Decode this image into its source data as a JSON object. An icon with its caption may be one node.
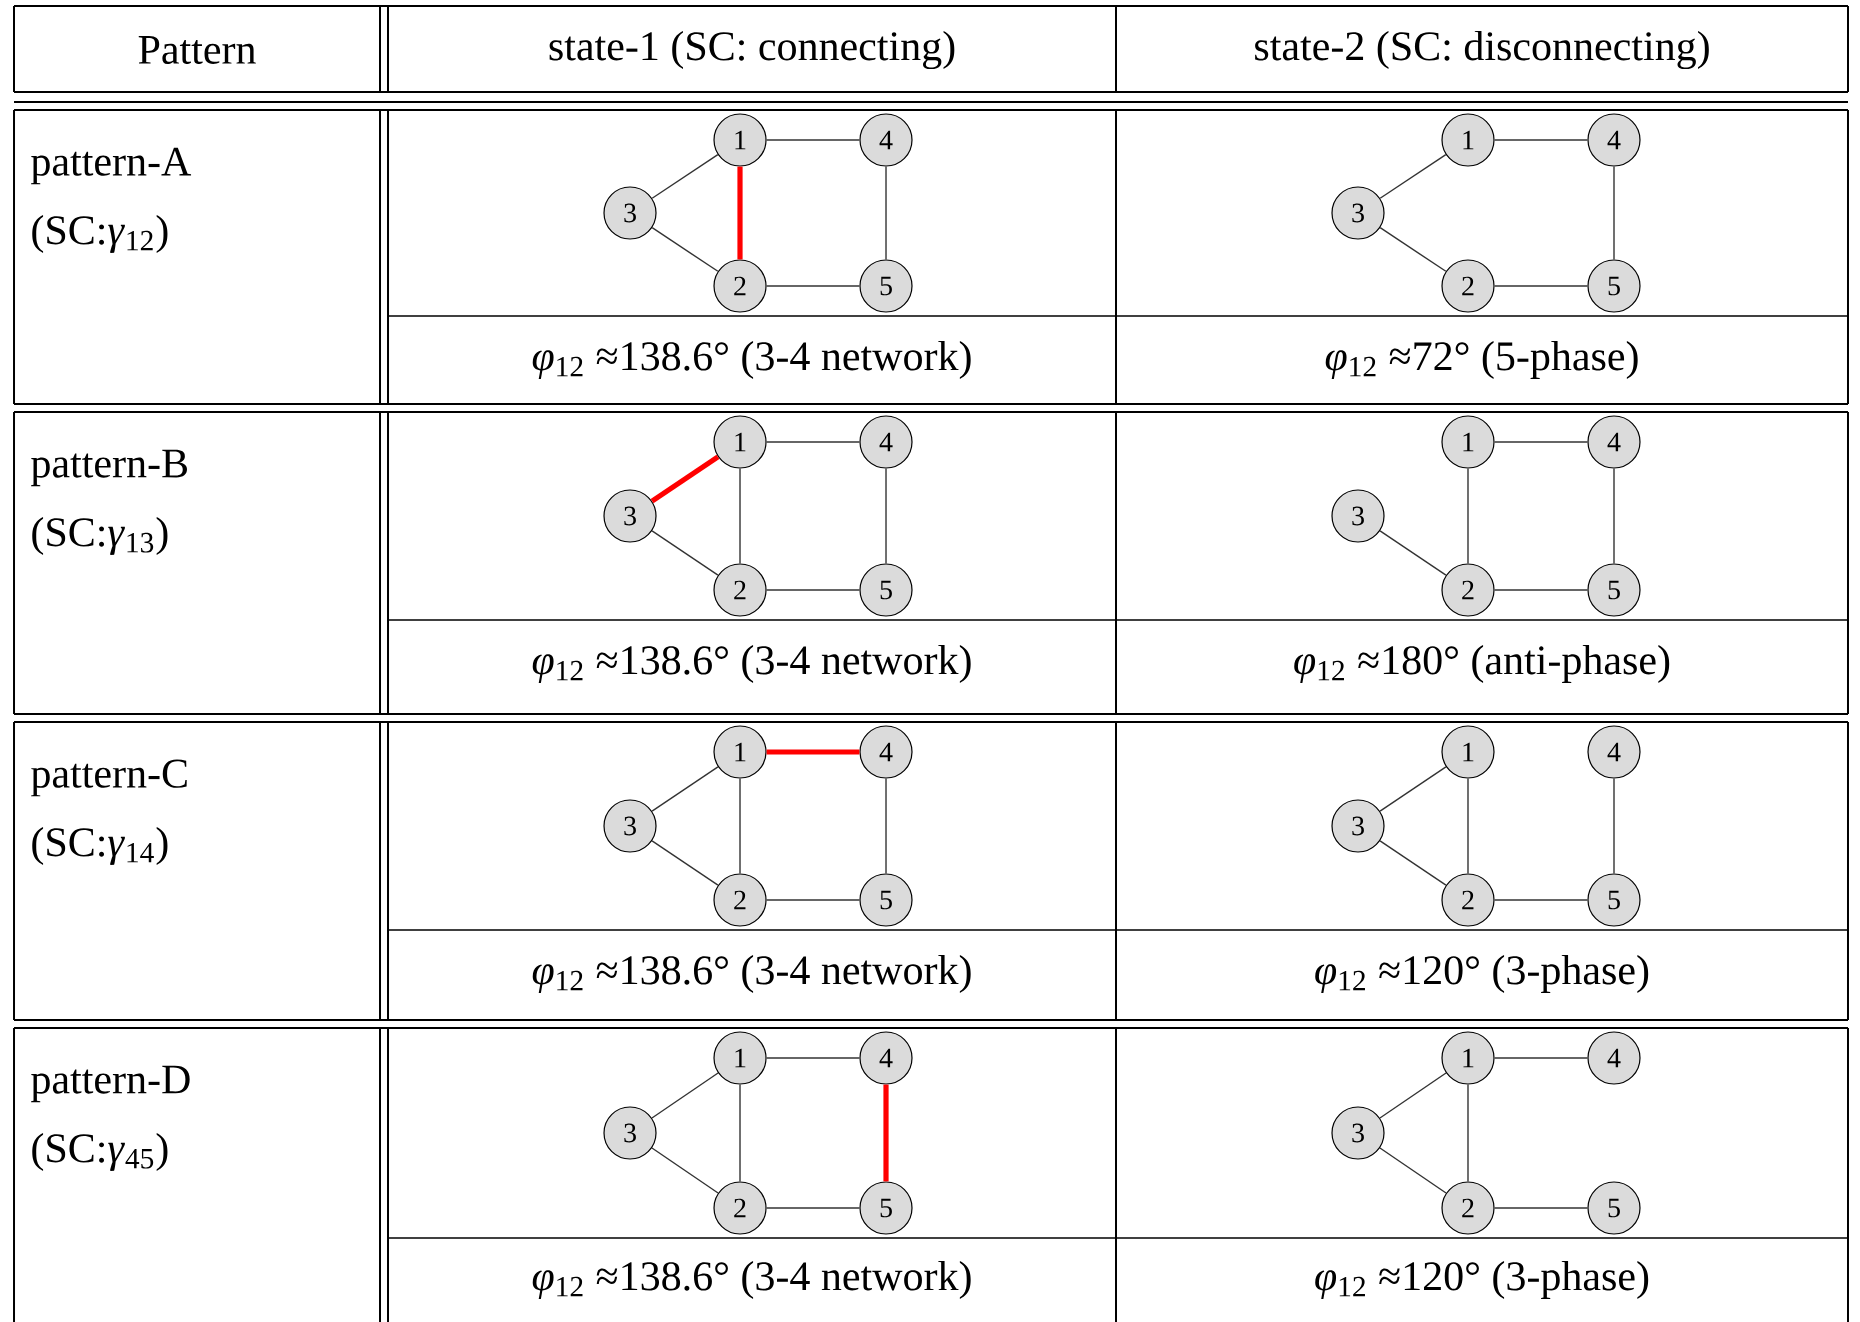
{
  "diagram": {
    "nodes": [
      {
        "text": [
          "1"
        ]
      },
      {
        "text": [
          "4"
        ]
      },
      {
        "text": [
          "3"
        ]
      },
      {
        "text": [
          "2"
        ]
      },
      {
        "text": [
          "5"
        ]
      },
      {
        "text": [
          "1"
        ]
      },
      {
        "text": [
          "4"
        ]
      },
      {
        "text": [
          "3"
        ]
      },
      {
        "text": [
          "2"
        ]
      },
      {
        "text": [
          "5"
        ]
      },
      {
        "text": [
          "1"
        ]
      },
      {
        "text": [
          "4"
        ]
      },
      {
        "text": [
          "3"
        ]
      },
      {
        "text": [
          "2"
        ]
      },
      {
        "text": [
          "5"
        ]
      },
      {
        "text": [
          "1"
        ]
      },
      {
        "text": [
          "4"
        ]
      },
      {
        "text": [
          "3"
        ]
      },
      {
        "text": [
          "2"
        ]
      },
      {
        "text": [
          "5"
        ]
      },
      {
        "text": [
          "1"
        ]
      },
      {
        "text": [
          "4"
        ]
      },
      {
        "text": [
          "3"
        ]
      },
      {
        "text": [
          "2"
        ]
      },
      {
        "text": [
          "5"
        ]
      },
      {
        "text": [
          "1"
        ]
      },
      {
        "text": [
          "4"
        ]
      },
      {
        "text": [
          "3"
        ]
      },
      {
        "text": [
          "2"
        ]
      },
      {
        "text": [
          "5"
        ]
      },
      {
        "text": [
          "1"
        ]
      },
      {
        "text": [
          "4"
        ]
      },
      {
        "text": [
          "3"
        ]
      },
      {
        "text": [
          "2"
        ]
      },
      {
        "text": [
          "5"
        ]
      },
      {
        "text": [
          "1"
        ]
      },
      {
        "text": [
          "4"
        ]
      },
      {
        "text": [
          "3"
        ]
      },
      {
        "text": [
          "2"
        ]
      },
      {
        "text": [
          "5"
        ]
      }
    ],
    "edges": [
      {
        "from": 0,
        "to": 1,
        "arrow": "none"
      },
      {
        "from": 0,
        "to": 2,
        "arrow": "none"
      },
      {
        "from": 0,
        "to": 3,
        "arrow": "none",
        "style": "thick",
        "color": "#ff0000"
      },
      {
        "from": 3,
        "to": 2,
        "arrow": "none"
      },
      {
        "from": 3,
        "to": 4,
        "arrow": "none"
      },
      {
        "from": 1,
        "to": 4,
        "arrow": "none"
      },
      {
        "from": 5,
        "to": 6,
        "arrow": "none"
      },
      {
        "from": 5,
        "to": 7,
        "arrow": "none"
      },
      {
        "from": 8,
        "to": 7,
        "arrow": "none"
      },
      {
        "from": 8,
        "to": 9,
        "arrow": "none"
      },
      {
        "from": 6,
        "to": 9,
        "arrow": "none"
      },
      {
        "from": 10,
        "to": 11,
        "arrow": "none"
      },
      {
        "from": 10,
        "to": 12,
        "arrow": "none",
        "style": "thick",
        "color": "#ff0000"
      },
      {
        "from": 10,
        "to": 13,
        "arrow": "none"
      },
      {
        "from": 13,
        "to": 12,
        "arrow": "none"
      },
      {
        "from": 13,
        "to": 14,
        "arrow": "none"
      },
      {
        "from": 11,
        "to": 14,
        "arrow": "none"
      },
      {
        "from": 15,
        "to": 16,
        "arrow": "none"
      },
      {
        "from": 15,
        "to": 18,
        "arrow": "none"
      },
      {
        "from": 18,
        "to": 17,
        "arrow": "none"
      },
      {
        "from": 18,
        "to": 19,
        "arrow": "none"
      },
      {
        "from": 16,
        "to": 19,
        "arrow": "none"
      },
      {
        "from": 20,
        "to": 21,
        "arrow": "none",
        "style": "thick",
        "color": "#ff0000"
      },
      {
        "from": 20,
        "to": 22,
        "arrow": "none"
      },
      {
        "from": 20,
        "to": 23,
        "arrow": "none"
      },
      {
        "from": 23,
        "to": 22,
        "arrow": "none"
      },
      {
        "from": 23,
        "to": 24,
        "arrow": "none"
      },
      {
        "from": 21,
        "to": 24,
        "arrow": "none"
      },
      {
        "from": 25,
        "to": 27,
        "arrow": "none"
      },
      {
        "from": 25,
        "to": 28,
        "arrow": "none"
      },
      {
        "from": 28,
        "to": 27,
        "arrow": "none"
      },
      {
        "from": 28,
        "to": 29,
        "arrow": "none"
      },
      {
        "from": 26,
        "to": 29,
        "arrow": "none"
      },
      {
        "from": 30,
        "to": 31,
        "arrow": "none"
      },
      {
        "from": 30,
        "to": 32,
        "arrow": "none"
      },
      {
        "from": 30,
        "to": 33,
        "arrow": "none"
      },
      {
        "from": 33,
        "to": 32,
        "arrow": "none"
      },
      {
        "from": 33,
        "to": 34,
        "arrow": "none"
      },
      {
        "from": 31,
        "to": 34,
        "arrow": "none",
        "style": "thick",
        "color": "#ff0000"
      },
      {
        "from": 35,
        "to": 36,
        "arrow": "none"
      },
      {
        "from": 35,
        "to": 37,
        "arrow": "none"
      },
      {
        "from": 35,
        "to": 38,
        "arrow": "none"
      },
      {
        "from": 38,
        "to": 37,
        "arrow": "none"
      },
      {
        "from": 38,
        "to": 39,
        "arrow": "none"
      }
    ],
    "labels": [
      "Pattern",
      "state-1 (SC: connecting)",
      "state-2 (SC: disconnecting)",
      "pattern-A",
      "(SC:*γ*$_{12}$)",
      "*φ*$_{12}$ ≈138.6° (3-4 network)",
      "*φ*$_{12}$ ≈72° (5-phase)",
      "pattern-B",
      "(SC:*γ*$_{13}$)",
      "*φ*$_{12}$ ≈138.6° (3-4 network)",
      "*φ*$_{12}$ ≈180° (anti-phase)",
      "pattern-C",
      "(SC:*γ*$_{14}$)",
      "*φ*$_{12}$ ≈138.6° (3-4 network)",
      "*φ*$_{12}$ ≈120° (3-phase)",
      "pattern-D",
      "(SC:*γ*$_{45}$)",
      "*φ*$_{12}$ ≈138.6° (3-4 network)",
      "*φ*$_{12}$ ≈120° (3-phase)"
    ]
  }
}
